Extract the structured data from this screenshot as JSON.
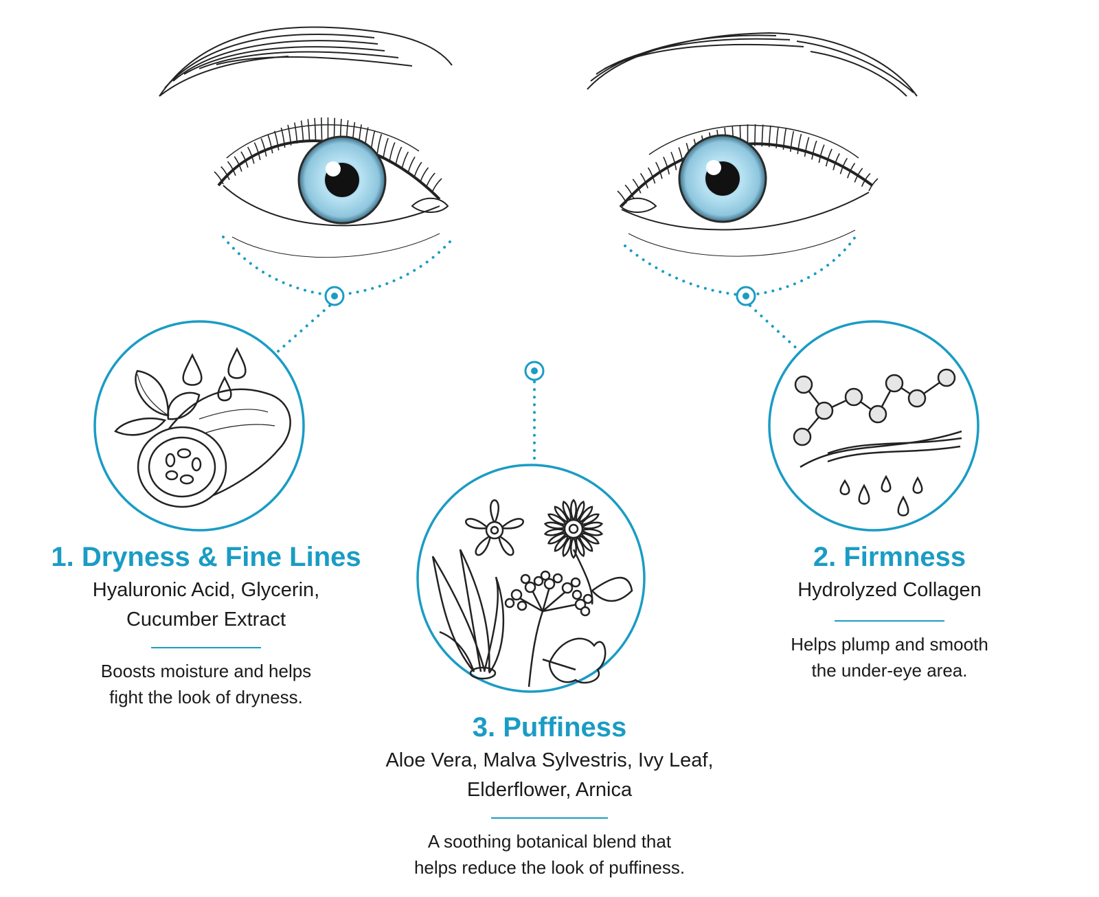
{
  "colors": {
    "accent": "#1a9cc4",
    "iris": "#9fd2e8",
    "ink": "#1a1a1a"
  },
  "sections": [
    {
      "title": "1. Dryness & Fine Lines",
      "ingredients": [
        "Hyaluronic Acid, Glycerin,",
        "Cucumber Extract"
      ],
      "description": [
        "Boosts moisture and helps",
        "fight the look of dryness."
      ],
      "icon": "cucumber-and-drops-icon"
    },
    {
      "title": "2. Firmness",
      "ingredients": [
        "Hydrolyzed Collagen"
      ],
      "description": [
        "Helps plump and smooth",
        "the under-eye area."
      ],
      "icon": "collagen-molecule-icon"
    },
    {
      "title": "3. Puffiness",
      "ingredients": [
        "Aloe Vera, Malva Sylvestris, Ivy Leaf,",
        "Elderflower, Arnica"
      ],
      "description": [
        "A soothing botanical blend that",
        "helps reduce the look of puffiness."
      ],
      "icon": "botanical-flowers-icon"
    }
  ]
}
